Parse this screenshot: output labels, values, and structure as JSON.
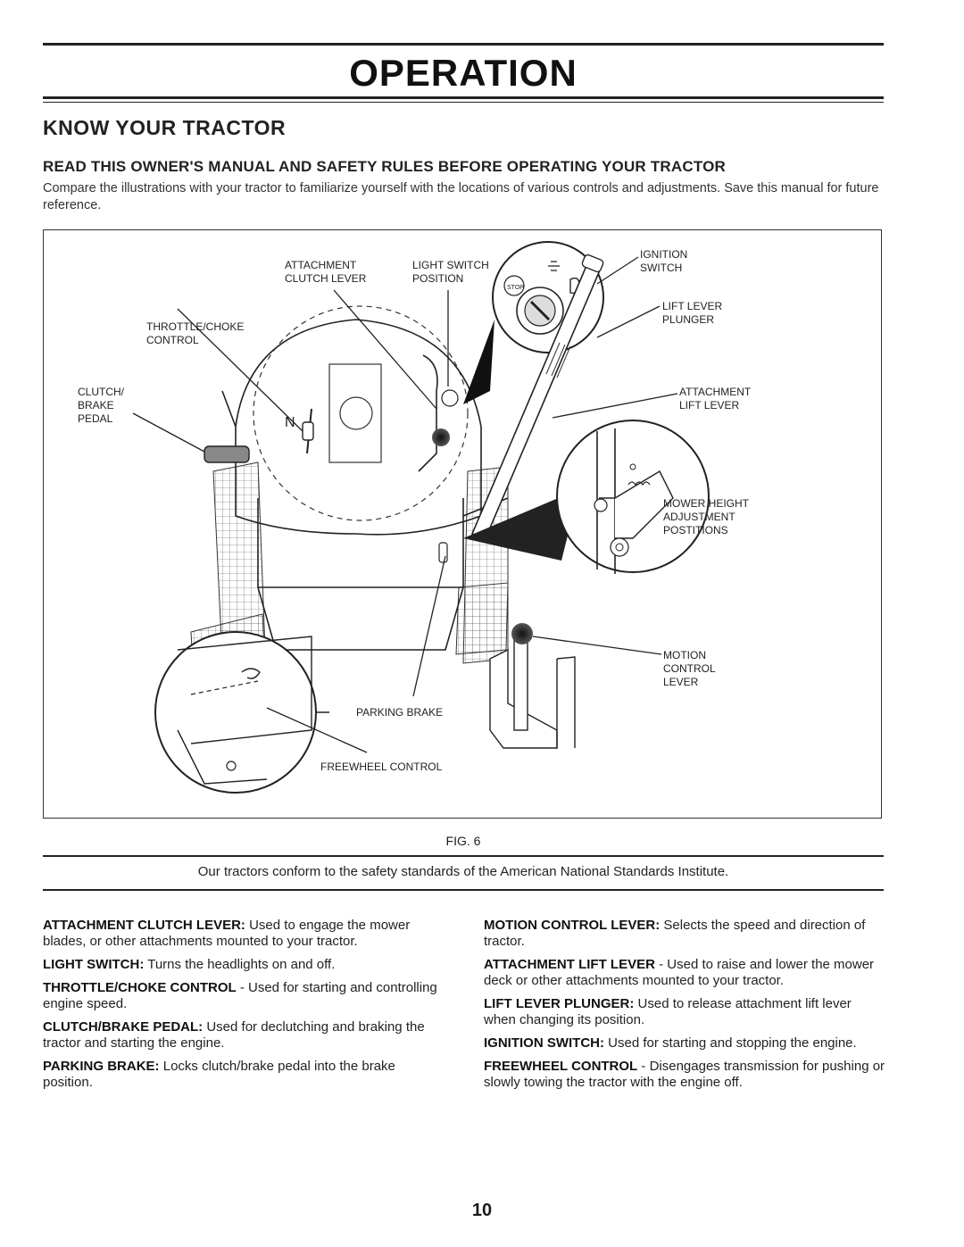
{
  "header": {
    "title": "OPERATION",
    "section": "KNOW YOUR TRACTOR",
    "warning": "READ THIS OWNER'S MANUAL AND SAFETY RULES BEFORE OPERATING YOUR TRACTOR",
    "intro": "Compare the illustrations with your tractor to familiarize yourself with the locations of various controls and adjustments. Save this manual for future reference."
  },
  "figure": {
    "labels": {
      "attachment_clutch_lever": [
        "ATTACHMENT",
        "CLUTCH LEVER"
      ],
      "light_switch_position": [
        "LIGHT SWITCH",
        "POSITION"
      ],
      "ignition_switch": [
        "IGNITION",
        "SWITCH"
      ],
      "lift_lever_plunger": [
        "LIFT LEVER",
        "PLUNGER"
      ],
      "throttle_choke": [
        "THROTTLE/CHOKE",
        "CONTROL"
      ],
      "clutch_brake_pedal": [
        "CLUTCH/",
        "BRAKE",
        "PEDAL"
      ],
      "attachment_lift_lever": [
        "ATTACHMENT",
        "LIFT LEVER"
      ],
      "mower_height": [
        "MOWER HEIGHT",
        "ADJUSTMENT",
        "POSTITIONS"
      ],
      "motion_control_lever": [
        "MOTION",
        "CONTROL",
        "LEVER"
      ],
      "parking_brake": "PARKING BRAKE",
      "freewheel_control": "FREEWHEEL CONTROL"
    },
    "caption": "FIG. 6"
  },
  "statement": "Our tractors conform to the safety standards of the American National Standards Institute.",
  "descriptions": {
    "left": [
      {
        "term": "ATTACHMENT CLUTCH LEVER:",
        "text": "Used to engage the mower blades, or other attachments mounted to your tractor."
      },
      {
        "term": "LIGHT SWITCH:",
        "text": "Turns the headlights on and off."
      },
      {
        "term": "THROTTLE/CHOKE CONTROL",
        "text": "- Used for starting and controlling engine speed."
      },
      {
        "term": "CLUTCH/BRAKE PEDAL:",
        "text": "Used for declutching and braking the tractor and starting the engine."
      },
      {
        "term": "PARKING BRAKE:",
        "text": "Locks clutch/brake pedal into the brake position."
      }
    ],
    "right": [
      {
        "term": "MOTION CONTROL LEVER:",
        "text": "Selects the speed and direction of tractor."
      },
      {
        "term": "ATTACHMENT LIFT LEVER",
        "text": "- Used to raise and lower the mower deck or other attachments mounted to your tractor."
      },
      {
        "term": "LIFT LEVER PLUNGER:",
        "text": "Used to release attachment lift lever when changing its position."
      },
      {
        "term": "IGNITION SWITCH:",
        "text": "Used for starting and stopping the engine."
      },
      {
        "term": "FREEWHEEL CONTROL",
        "text": "- Disengages transmission for pushing or slowly towing the tractor with the engine off."
      }
    ]
  },
  "page_number": "10",
  "icons": {
    "stop_symbol_text": "STOP",
    "neutral_mark": "N"
  }
}
